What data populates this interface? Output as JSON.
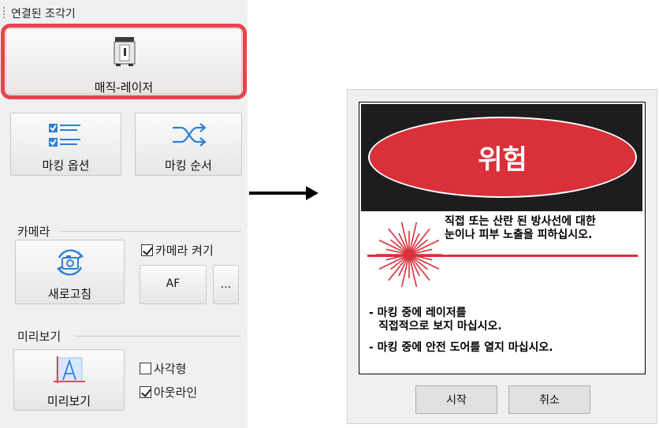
{
  "panel": {
    "connected_title": "연결된 조각기",
    "device_label": "매직-레이저",
    "marking_options_label": "마킹 옵션",
    "marking_order_label": "마킹 순서",
    "camera": {
      "group_title": "카메라",
      "refresh_label": "새로고침",
      "camera_on_label": "카메라 켜기",
      "camera_on_checked": true,
      "af_label": "AF",
      "more_label": "..."
    },
    "preview": {
      "group_title": "미리보기",
      "preview_label": "미리보기",
      "rectangle_label": "사각형",
      "rectangle_checked": false,
      "outline_label": "아웃라인",
      "outline_checked": true
    }
  },
  "dialog": {
    "danger_title": "위험",
    "warning_line1": "직접 또는 산란 된 방사선에 대한",
    "warning_line2": "눈이나 피부 노출을 피하십시오.",
    "note1_line1": "- 마킹 중에 레이저를",
    "note1_line2": "직접적으로 보지 마십시오.",
    "note2": "- 마킹 중에 안전 도어를 열지 마십시오.",
    "start_label": "시작",
    "cancel_label": "취소"
  },
  "colors": {
    "highlight": "#e9434e",
    "danger_red": "#d9303a",
    "icon_blue": "#2f7fd6"
  }
}
